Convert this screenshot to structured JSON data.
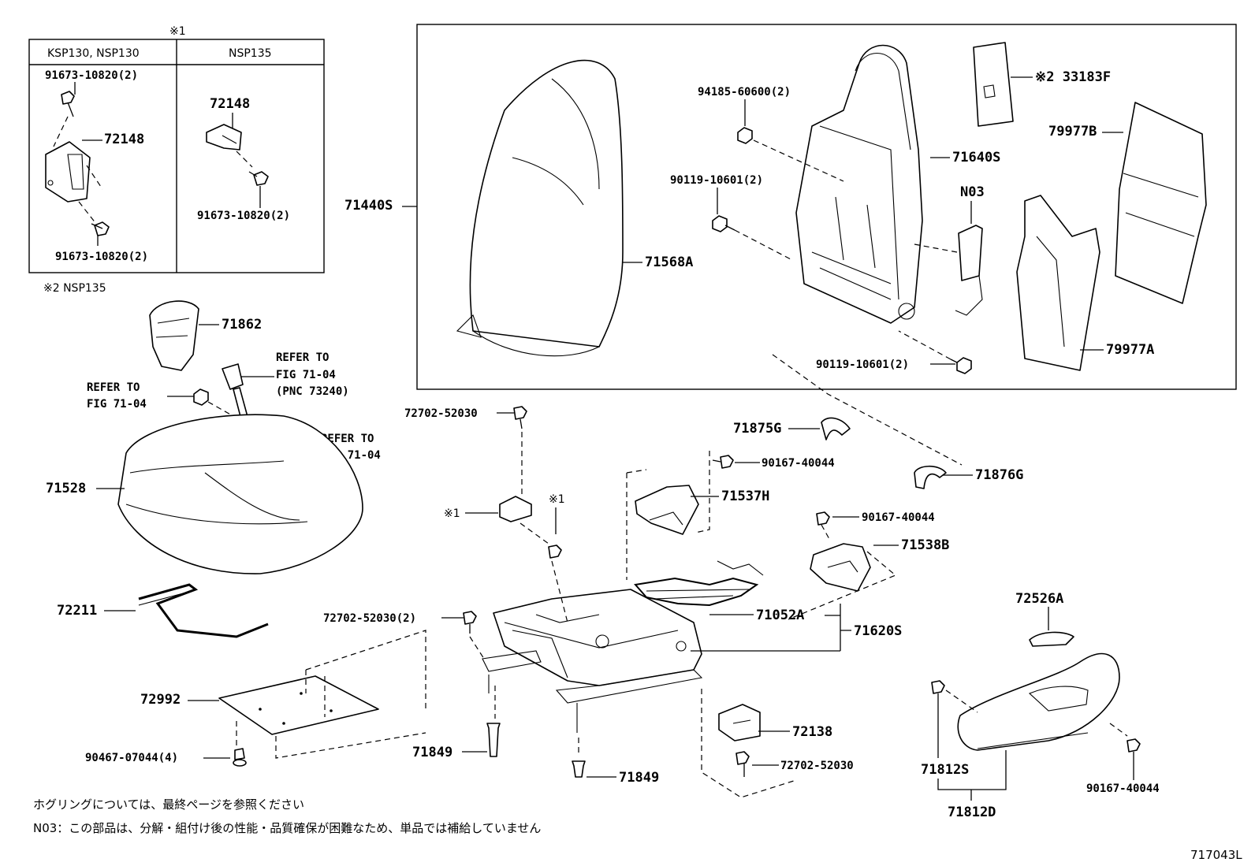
{
  "inset": {
    "mark": "※1",
    "col1_header": "KSP130, NSP130",
    "col2_header": "NSP135",
    "col1_part_top": "91673-10820(2)",
    "col1_part_mid": "72148",
    "col1_part_bottom": "91673-10820(2)",
    "col2_part_top": "72148",
    "col2_part_bottom": "91673-10820(2)"
  },
  "note2": "※2 NSP135",
  "labels": {
    "p71862": "71862",
    "refer_to_1": "REFER TO",
    "fig_71_04_1": "FIG 71-04",
    "pnc_73240": "(PNC 73240)",
    "refer_to_2": "REFER TO",
    "fig_71_04_2": "FIG 71-04",
    "refer_to_3": "REFER TO",
    "fig_71_04_3": "FIG 71-04",
    "p71528": "71528",
    "p72211": "72211",
    "p72992": "72992",
    "p90467": "90467-07044(4)",
    "p71440s": "71440S",
    "p71568a": "71568A",
    "p94185": "94185-60600(2)",
    "p90119_a": "90119-10601(2)",
    "p71640s": "71640S",
    "pN03": "N03",
    "p33183f": "※2 33183F",
    "p79977b": "79977B",
    "p79977a": "79977A",
    "p90119_b": "90119-10601(2)",
    "p72702_a": "72702-52030",
    "p71875g": "71875G",
    "p90167_a": "90167-40044",
    "p71876g": "71876G",
    "p71537h": "71537H",
    "mark1_left": "※1",
    "mark1_right": "※1",
    "p90167_b": "90167-40044",
    "p71538b": "71538B",
    "p72702_b": "72702-52030(2)",
    "p71052a": "71052A",
    "p71620s": "71620S",
    "p72526a": "72526A",
    "p71849_a": "71849",
    "p71849_b": "71849",
    "p72138": "72138",
    "p72702_c": "72702-52030",
    "p71812s": "71812S",
    "p71812d": "71812D",
    "p90167_c": "90167-40044"
  },
  "notes": {
    "line1": "ホグリングについては、最終ページを参照ください",
    "line2": "N03：この部品は、分解・組付け後の性能・品質確保が困難なため、単品では補給していません"
  },
  "figure_id": "717043L"
}
